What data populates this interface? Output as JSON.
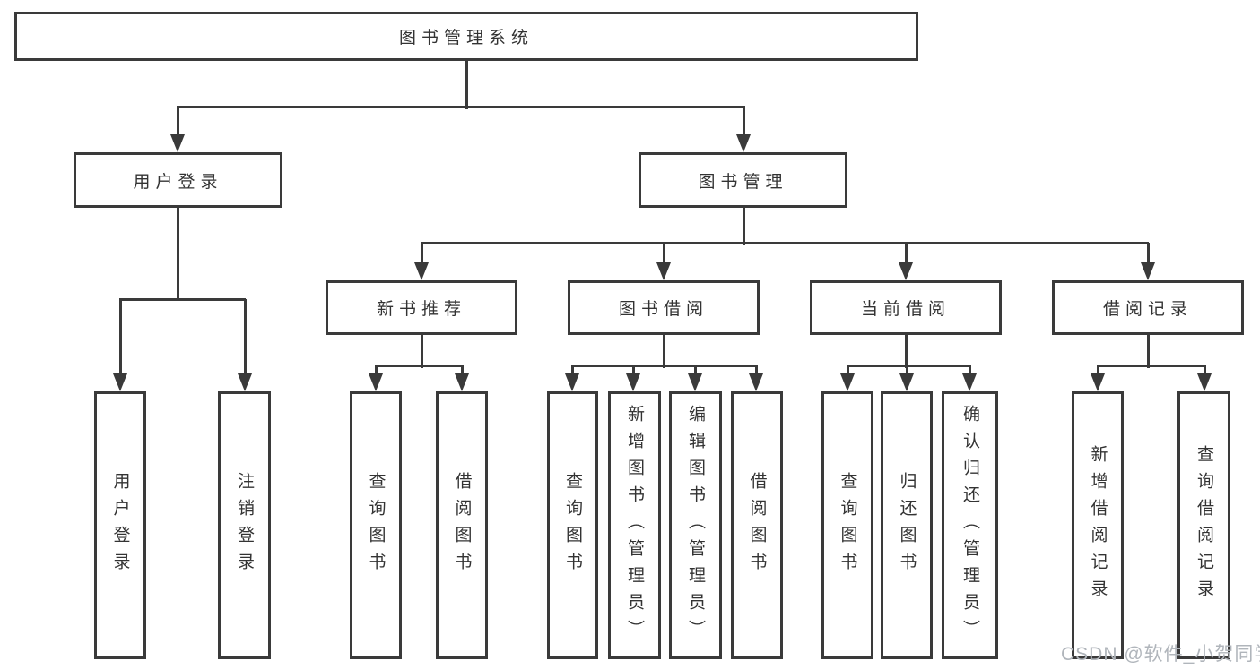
{
  "root": {
    "label": "图书管理系统"
  },
  "branches": [
    {
      "label": "用户登录",
      "children": [
        {
          "label": "用户登录"
        },
        {
          "label": "注销登录"
        }
      ]
    },
    {
      "label": "图书管理",
      "children": [
        {
          "label": "新书推荐",
          "children": [
            {
              "label": "查询图书"
            },
            {
              "label": "借阅图书"
            }
          ]
        },
        {
          "label": "图书借阅",
          "children": [
            {
              "label": "查询图书"
            },
            {
              "label": "新增图书（管理员）"
            },
            {
              "label": "编辑图书（管理员）"
            },
            {
              "label": "借阅图书"
            }
          ]
        },
        {
          "label": "当前借阅",
          "children": [
            {
              "label": "查询图书"
            },
            {
              "label": "归还图书"
            },
            {
              "label": "确认归还（管理员）"
            }
          ]
        },
        {
          "label": "借阅记录",
          "children": [
            {
              "label": "新增借阅记录"
            },
            {
              "label": "查询借阅记录"
            }
          ]
        }
      ]
    }
  ],
  "watermark": "CSDN @软件_小贺同学",
  "colors": {
    "line": "#3a3a3a",
    "text": "#333333",
    "watermark": "#b0b5bb",
    "background": "#ffffff"
  }
}
